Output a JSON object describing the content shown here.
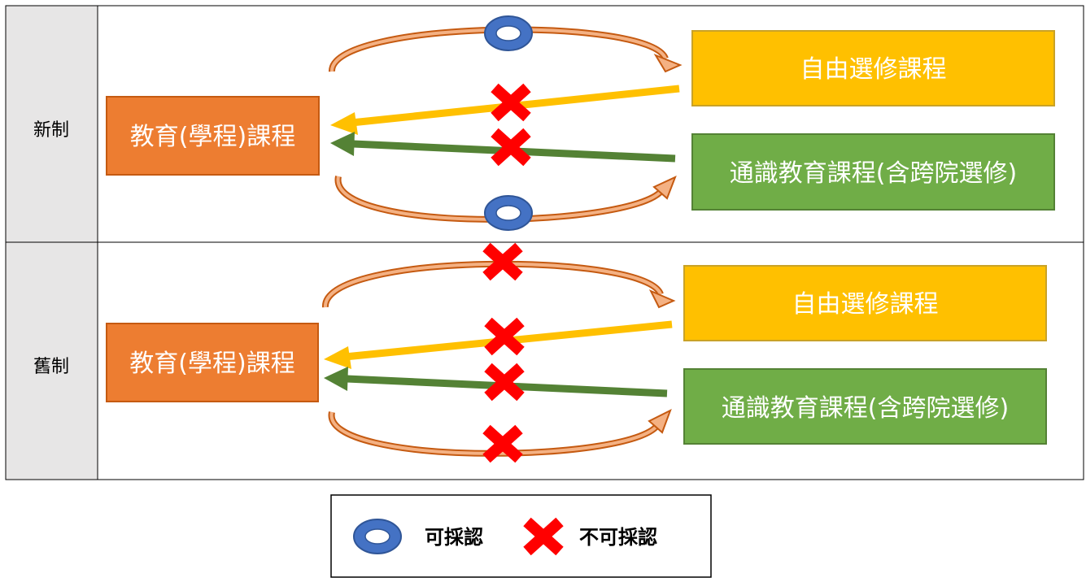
{
  "rows": [
    {
      "label": "新制",
      "left_box": "教育(學程)課程",
      "right_top_box": "自由選修課程",
      "right_bottom_box": "通識教育課程(含跨院選修)",
      "top_curve": "可採認",
      "left_arrow_from_top": "不可採認",
      "left_arrow_from_bottom": "不可採認",
      "bottom_curve": "可採認"
    },
    {
      "label": "舊制",
      "left_box": "教育(學程)課程",
      "right_top_box": "自由選修課程",
      "right_bottom_box": "通識教育課程(含跨院選修)",
      "top_curve": "不可採認",
      "left_arrow_from_top": "不可採認",
      "left_arrow_from_bottom": "不可採認",
      "bottom_curve": "不可採認"
    }
  ],
  "legend": {
    "approved_label": "可採認",
    "rejected_label": "不可採認"
  },
  "colors": {
    "orange_box": "#ed7d31",
    "yellow_box": "#ffc000",
    "green_box": "#70ad47",
    "yellow_arrow": "#ffc000",
    "green_arrow": "#548235",
    "curve": "#c55a11",
    "circle_fill": "#4472c4",
    "circle_stroke": "#2f5597",
    "cross": "#ff0000",
    "label_bg": "#e7e6e6"
  }
}
